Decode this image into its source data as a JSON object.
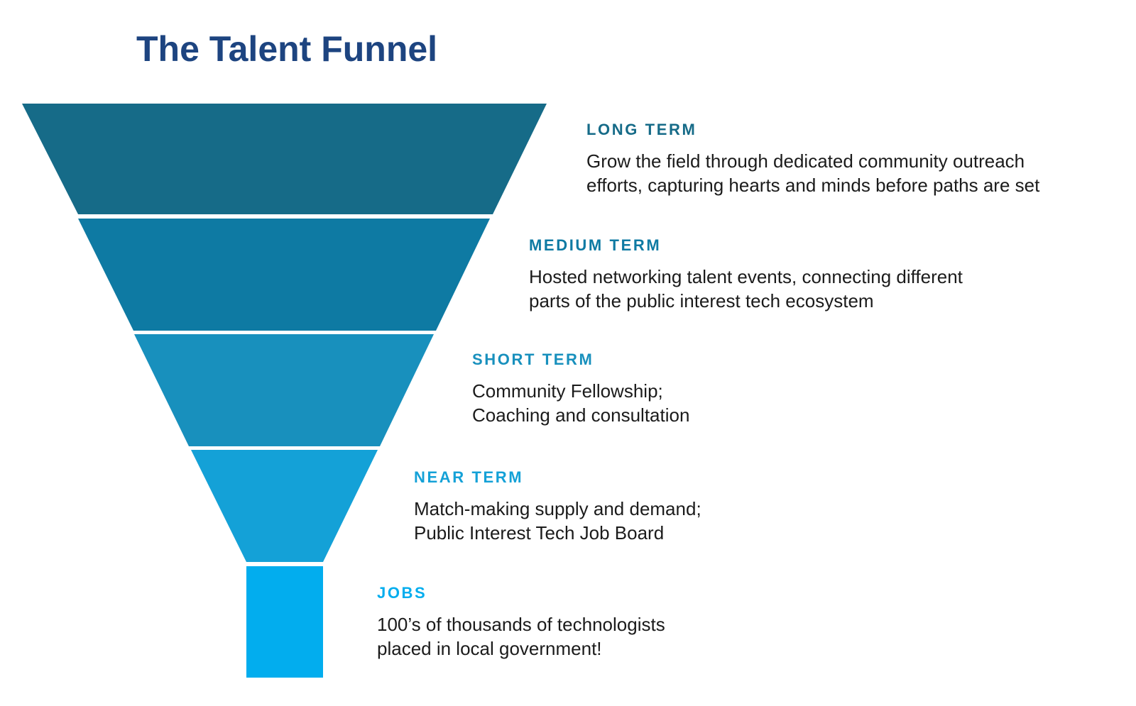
{
  "title": "The Talent Funnel",
  "stages": [
    {
      "heading": "LONG TERM",
      "lines": [
        "Grow the field through dedicated community outreach",
        "efforts, capturing hearts and minds before paths are set"
      ],
      "fill": "#166b88",
      "heading_color": "#166b88"
    },
    {
      "heading": "MEDIUM TERM",
      "lines": [
        "Hosted networking talent events, connecting different",
        "parts of the public interest tech ecosystem"
      ],
      "fill": "#0e7aa3",
      "heading_color": "#0e7aa3"
    },
    {
      "heading": "SHORT TERM",
      "lines": [
        "Community Fellowship;",
        "Coaching and consultation"
      ],
      "fill": "#1890bd",
      "heading_color": "#1890bd"
    },
    {
      "heading": "NEAR TERM",
      "lines": [
        "Match-making supply and demand;",
        "Public Interest Tech Job Board"
      ],
      "fill": "#14a1d7",
      "heading_color": "#14a1d7"
    },
    {
      "heading": "JOBS",
      "lines": [
        "100’s of thousands of technologists",
        "placed in local government!"
      ],
      "fill": "#02adee",
      "heading_color": "#02adee"
    }
  ]
}
